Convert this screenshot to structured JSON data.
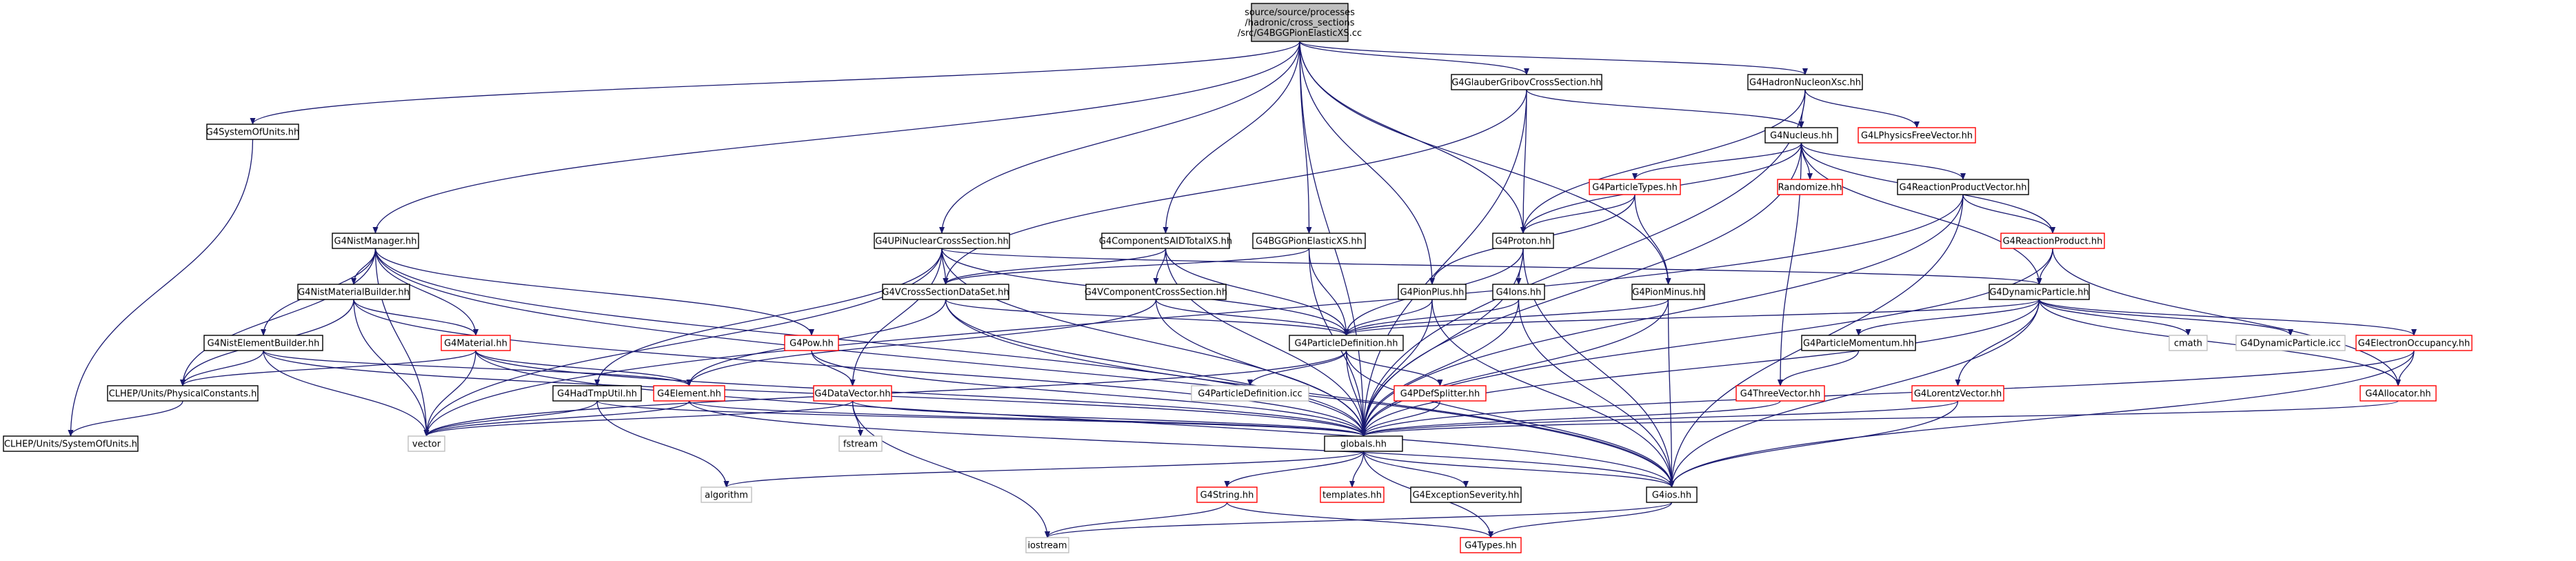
{
  "colors": {
    "edge": "#191970",
    "box_border_normal": "#000000",
    "box_border_link": "#ff0000",
    "box_border_external": "#bfbfbf",
    "root_fill": "#bfbfbf",
    "text_normal": "#000000",
    "text_link": "#000000",
    "text_external": "#000000"
  },
  "nodes": [
    {
      "id": "root",
      "lines": [
        "source/source/processes",
        "/hadronic/cross_sections",
        "/src/G4BGGPionElasticXS.cc"
      ],
      "kind": "root"
    },
    {
      "id": "sysunits",
      "lines": [
        "G4SystemOfUnits.hh"
      ],
      "kind": "normal"
    },
    {
      "id": "glauber",
      "lines": [
        "G4GlauberGribovCrossSection.hh"
      ],
      "kind": "normal"
    },
    {
      "id": "hadnuc",
      "lines": [
        "G4HadronNucleonXsc.hh"
      ],
      "kind": "normal"
    },
    {
      "id": "nucleus",
      "lines": [
        "G4Nucleus.hh"
      ],
      "kind": "normal"
    },
    {
      "id": "physfree",
      "lines": [
        "G4LPhysicsFreeVector.hh"
      ],
      "kind": "link"
    },
    {
      "id": "parttypes",
      "lines": [
        "G4ParticleTypes.hh"
      ],
      "kind": "link"
    },
    {
      "id": "randomize",
      "lines": [
        "Randomize.hh"
      ],
      "kind": "link"
    },
    {
      "id": "reacvec",
      "lines": [
        "G4ReactionProductVector.hh"
      ],
      "kind": "normal"
    },
    {
      "id": "nist",
      "lines": [
        "G4NistManager.hh"
      ],
      "kind": "normal"
    },
    {
      "id": "upinuc",
      "lines": [
        "G4UPiNuclearCrossSection.hh"
      ],
      "kind": "normal"
    },
    {
      "id": "compsaid",
      "lines": [
        "G4ComponentSAIDTotalXS.hh"
      ],
      "kind": "normal"
    },
    {
      "id": "bggpion",
      "lines": [
        "G4BGGPionElasticXS.hh"
      ],
      "kind": "normal"
    },
    {
      "id": "proton",
      "lines": [
        "G4Proton.hh"
      ],
      "kind": "normal"
    },
    {
      "id": "reacprod",
      "lines": [
        "G4ReactionProduct.hh"
      ],
      "kind": "link"
    },
    {
      "id": "nistmat",
      "lines": [
        "G4NistMaterialBuilder.hh"
      ],
      "kind": "normal"
    },
    {
      "id": "vcross",
      "lines": [
        "G4VCrossSectionDataSet.hh"
      ],
      "kind": "normal"
    },
    {
      "id": "vcomp",
      "lines": [
        "G4VComponentCrossSection.hh"
      ],
      "kind": "normal"
    },
    {
      "id": "pionplus",
      "lines": [
        "G4PionPlus.hh"
      ],
      "kind": "normal"
    },
    {
      "id": "ions",
      "lines": [
        "G4Ions.hh"
      ],
      "kind": "normal"
    },
    {
      "id": "pionminus",
      "lines": [
        "G4PionMinus.hh"
      ],
      "kind": "normal"
    },
    {
      "id": "dynpart",
      "lines": [
        "G4DynamicParticle.hh"
      ],
      "kind": "normal"
    },
    {
      "id": "nistelem",
      "lines": [
        "G4NistElementBuilder.hh"
      ],
      "kind": "normal"
    },
    {
      "id": "material",
      "lines": [
        "G4Material.hh"
      ],
      "kind": "link"
    },
    {
      "id": "pow",
      "lines": [
        "G4Pow.hh"
      ],
      "kind": "link"
    },
    {
      "id": "partdef",
      "lines": [
        "G4ParticleDefinition.hh"
      ],
      "kind": "normal"
    },
    {
      "id": "partmom",
      "lines": [
        "G4ParticleMomentum.hh"
      ],
      "kind": "normal"
    },
    {
      "id": "cmath",
      "lines": [
        "cmath"
      ],
      "kind": "external"
    },
    {
      "id": "dynicc",
      "lines": [
        "G4DynamicParticle.icc"
      ],
      "kind": "external"
    },
    {
      "id": "eocc",
      "lines": [
        "G4ElectronOccupancy.hh"
      ],
      "kind": "link"
    },
    {
      "id": "clhepconst",
      "lines": [
        "CLHEP/Units/PhysicalConstants.h"
      ],
      "kind": "normal"
    },
    {
      "id": "element",
      "lines": [
        "G4Element.hh"
      ],
      "kind": "link"
    },
    {
      "id": "datavec",
      "lines": [
        "G4DataVector.hh"
      ],
      "kind": "link"
    },
    {
      "id": "hadtmp",
      "lines": [
        "G4HadTmpUtil.hh"
      ],
      "kind": "normal"
    },
    {
      "id": "partdeficc",
      "lines": [
        "G4ParticleDefinition.icc"
      ],
      "kind": "external"
    },
    {
      "id": "pdefsplit",
      "lines": [
        "G4PDefSplitter.hh"
      ],
      "kind": "link"
    },
    {
      "id": "threevec",
      "lines": [
        "G4ThreeVector.hh"
      ],
      "kind": "link"
    },
    {
      "id": "lorentz",
      "lines": [
        "G4LorentzVector.hh"
      ],
      "kind": "link"
    },
    {
      "id": "allocator",
      "lines": [
        "G4Allocator.hh"
      ],
      "kind": "link"
    },
    {
      "id": "clhepsys",
      "lines": [
        "CLHEP/Units/SystemOfUnits.h"
      ],
      "kind": "normal"
    },
    {
      "id": "vector",
      "lines": [
        "vector"
      ],
      "kind": "external"
    },
    {
      "id": "fstream",
      "lines": [
        "fstream"
      ],
      "kind": "external"
    },
    {
      "id": "globals",
      "lines": [
        "globals.hh"
      ],
      "kind": "normal"
    },
    {
      "id": "algorithm",
      "lines": [
        "algorithm"
      ],
      "kind": "external"
    },
    {
      "id": "g4string",
      "lines": [
        "G4String.hh"
      ],
      "kind": "link"
    },
    {
      "id": "templates",
      "lines": [
        "templates.hh"
      ],
      "kind": "link"
    },
    {
      "id": "excsev",
      "lines": [
        "G4ExceptionSeverity.hh"
      ],
      "kind": "normal"
    },
    {
      "id": "g4ios",
      "lines": [
        "G4ios.hh"
      ],
      "kind": "normal"
    },
    {
      "id": "iostream",
      "lines": [
        "iostream"
      ],
      "kind": "external"
    },
    {
      "id": "g4types",
      "lines": [
        "G4Types.hh"
      ],
      "kind": "link"
    }
  ],
  "edges": [
    [
      "root",
      "sysunits"
    ],
    [
      "root",
      "nist"
    ],
    [
      "root",
      "upinuc"
    ],
    [
      "root",
      "compsaid"
    ],
    [
      "root",
      "bggpion"
    ],
    [
      "root",
      "pionplus"
    ],
    [
      "root",
      "proton"
    ],
    [
      "root",
      "glauber"
    ],
    [
      "root",
      "hadnuc"
    ],
    [
      "root",
      "pionminus"
    ],
    [
      "root",
      "globals"
    ],
    [
      "sysunits",
      "clhepsys"
    ],
    [
      "glauber",
      "vcross"
    ],
    [
      "glauber",
      "proton"
    ],
    [
      "glauber",
      "nucleus"
    ],
    [
      "glauber",
      "globals"
    ],
    [
      "hadnuc",
      "nucleus"
    ],
    [
      "hadnuc",
      "physfree"
    ],
    [
      "hadnuc",
      "proton"
    ],
    [
      "hadnuc",
      "globals"
    ],
    [
      "nucleus",
      "parttypes"
    ],
    [
      "nucleus",
      "randomize"
    ],
    [
      "nucleus",
      "reacvec"
    ],
    [
      "nucleus",
      "reacprod"
    ],
    [
      "nucleus",
      "dynpart"
    ],
    [
      "nucleus",
      "threevec"
    ],
    [
      "nucleus",
      "globals"
    ],
    [
      "nucleus",
      "proton"
    ],
    [
      "parttypes",
      "proton"
    ],
    [
      "parttypes",
      "pionplus"
    ],
    [
      "parttypes",
      "pionminus"
    ],
    [
      "reacvec",
      "reacprod"
    ],
    [
      "reacvec",
      "vector"
    ],
    [
      "reacvec",
      "globals"
    ],
    [
      "reacvec",
      "g4ios"
    ],
    [
      "nist",
      "nistmat"
    ],
    [
      "nist",
      "nistelem"
    ],
    [
      "nist",
      "material"
    ],
    [
      "nist",
      "pow"
    ],
    [
      "nist",
      "clhepconst"
    ],
    [
      "nist",
      "vector"
    ],
    [
      "nist",
      "globals"
    ],
    [
      "nist",
      "g4ios"
    ],
    [
      "upinuc",
      "vcross"
    ],
    [
      "upinuc",
      "partdef"
    ],
    [
      "upinuc",
      "datavec"
    ],
    [
      "upinuc",
      "hadtmp"
    ],
    [
      "upinuc",
      "dynpart"
    ],
    [
      "upinuc",
      "vector"
    ],
    [
      "upinuc",
      "globals"
    ],
    [
      "compsaid",
      "vcomp"
    ],
    [
      "compsaid",
      "vcross"
    ],
    [
      "compsaid",
      "partdef"
    ],
    [
      "compsaid",
      "globals"
    ],
    [
      "bggpion",
      "vcross"
    ],
    [
      "bggpion",
      "partdef"
    ],
    [
      "bggpion",
      "globals"
    ],
    [
      "proton",
      "partdef"
    ],
    [
      "proton",
      "ions"
    ],
    [
      "proton",
      "globals"
    ],
    [
      "proton",
      "g4ios"
    ],
    [
      "reacprod",
      "dynpart"
    ],
    [
      "reacprod",
      "allocator"
    ],
    [
      "reacprod",
      "globals"
    ],
    [
      "nistmat",
      "material"
    ],
    [
      "nistmat",
      "clhepconst"
    ],
    [
      "nistmat",
      "vector"
    ],
    [
      "nistmat",
      "globals"
    ],
    [
      "vcross",
      "partdef"
    ],
    [
      "vcross",
      "element"
    ],
    [
      "vcross",
      "globals"
    ],
    [
      "vcross",
      "g4ios"
    ],
    [
      "vcomp",
      "partdef"
    ],
    [
      "vcomp",
      "element"
    ],
    [
      "vcomp",
      "globals"
    ],
    [
      "pionplus",
      "partdef"
    ],
    [
      "pionplus",
      "globals"
    ],
    [
      "pionplus",
      "g4ios"
    ],
    [
      "ions",
      "partdef"
    ],
    [
      "ions",
      "globals"
    ],
    [
      "ions",
      "g4ios"
    ],
    [
      "pionminus",
      "partdef"
    ],
    [
      "pionminus",
      "globals"
    ],
    [
      "pionminus",
      "g4ios"
    ],
    [
      "dynpart",
      "partdef"
    ],
    [
      "dynpart",
      "partmom"
    ],
    [
      "dynpart",
      "cmath"
    ],
    [
      "dynpart",
      "dynicc"
    ],
    [
      "dynpart",
      "eocc"
    ],
    [
      "dynpart",
      "lorentz"
    ],
    [
      "dynpart",
      "allocator"
    ],
    [
      "dynpart",
      "globals"
    ],
    [
      "dynpart",
      "g4ios"
    ],
    [
      "nistelem",
      "clhepconst"
    ],
    [
      "nistelem",
      "element"
    ],
    [
      "nistelem",
      "vector"
    ],
    [
      "nistelem",
      "globals"
    ],
    [
      "material",
      "element"
    ],
    [
      "material",
      "clhepconst"
    ],
    [
      "material",
      "vector"
    ],
    [
      "material",
      "globals"
    ],
    [
      "material",
      "g4ios"
    ],
    [
      "pow",
      "datavec"
    ],
    [
      "pow",
      "globals"
    ],
    [
      "partdef",
      "partdeficc"
    ],
    [
      "partdef",
      "pdefsplit"
    ],
    [
      "partdef",
      "globals"
    ],
    [
      "partdef",
      "g4ios"
    ],
    [
      "partdef",
      "vector"
    ],
    [
      "partmom",
      "threevec"
    ],
    [
      "eocc",
      "allocator"
    ],
    [
      "eocc",
      "globals"
    ],
    [
      "eocc",
      "g4ios"
    ],
    [
      "clhepconst",
      "clhepsys"
    ],
    [
      "element",
      "vector"
    ],
    [
      "element",
      "globals"
    ],
    [
      "element",
      "g4ios"
    ],
    [
      "datavec",
      "vector"
    ],
    [
      "datavec",
      "fstream"
    ],
    [
      "datavec",
      "iostream"
    ],
    [
      "datavec",
      "globals"
    ],
    [
      "hadtmp",
      "algorithm"
    ],
    [
      "hadtmp",
      "vector"
    ],
    [
      "hadtmp",
      "globals"
    ],
    [
      "pdefsplit",
      "globals"
    ],
    [
      "threevec",
      "globals"
    ],
    [
      "lorentz",
      "globals"
    ],
    [
      "lorentz",
      "g4ios"
    ],
    [
      "allocator",
      "globals"
    ],
    [
      "globals",
      "algorithm"
    ],
    [
      "globals",
      "g4string"
    ],
    [
      "globals",
      "templates"
    ],
    [
      "globals",
      "excsev"
    ],
    [
      "globals",
      "g4ios"
    ],
    [
      "globals",
      "g4types"
    ],
    [
      "g4string",
      "iostream"
    ],
    [
      "g4string",
      "g4types"
    ],
    [
      "g4ios",
      "iostream"
    ],
    [
      "g4ios",
      "g4types"
    ]
  ]
}
